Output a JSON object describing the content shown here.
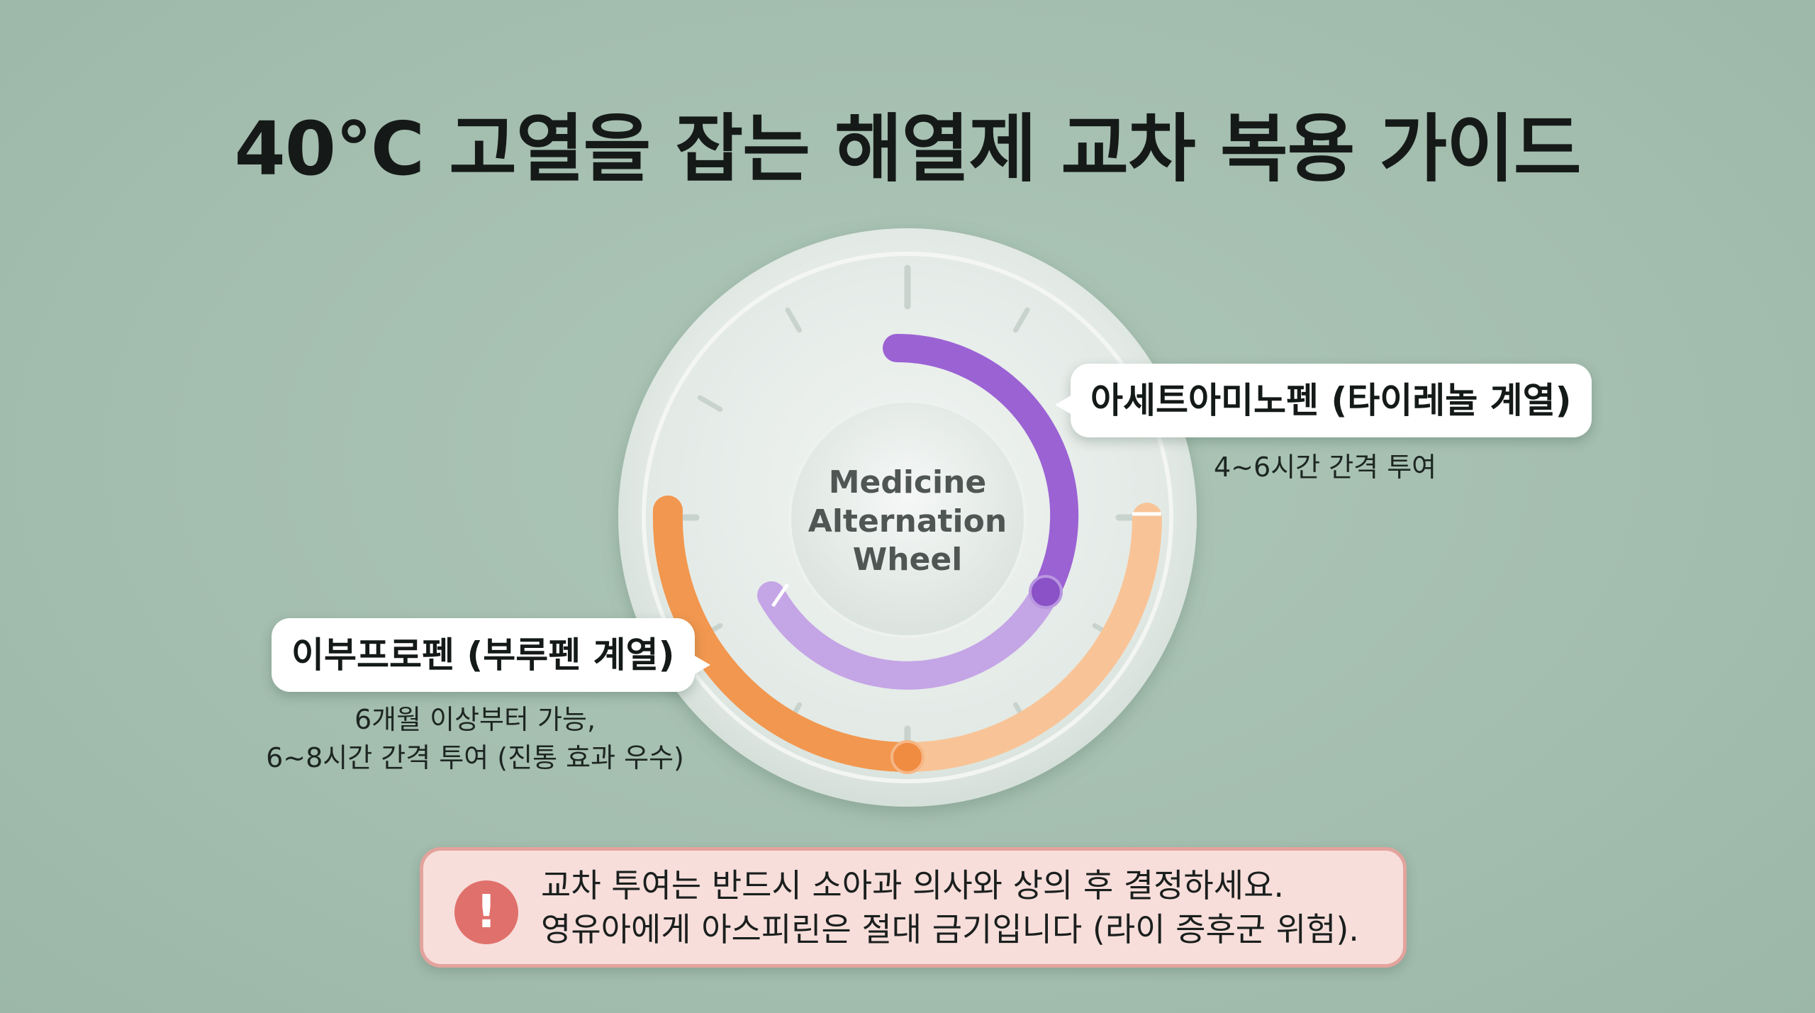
{
  "title": "40℃ 고열을 잡는 해열제 교차 복용 가이드",
  "wheel": {
    "center_label_lines": [
      "Medicine",
      "Alternation",
      "Wheel"
    ],
    "colors": {
      "acetaminophen": "#9b62d4",
      "ibuprofen": "#f2974f",
      "plate": "#e6ece8"
    }
  },
  "acetaminophen": {
    "name": "아세트아미노펜 (타이레놀 계열)",
    "interval": "4~6시간 간격 투여"
  },
  "ibuprofen": {
    "name": "이부프로펜 (부루펜 계열)",
    "desc_lines": [
      "6개월 이상부터 가능,",
      "6~8시간 간격 투여 (진통 효과 우수)"
    ]
  },
  "warning": {
    "icon": "exclamation-icon",
    "icon_glyph": "!",
    "lines": [
      "교차 투여는 반드시 소아과 의사와 상의 후 결정하세요.",
      "영유아에게 아스피린은 절대 금기입니다 (라이 증후군 위험)."
    ]
  }
}
